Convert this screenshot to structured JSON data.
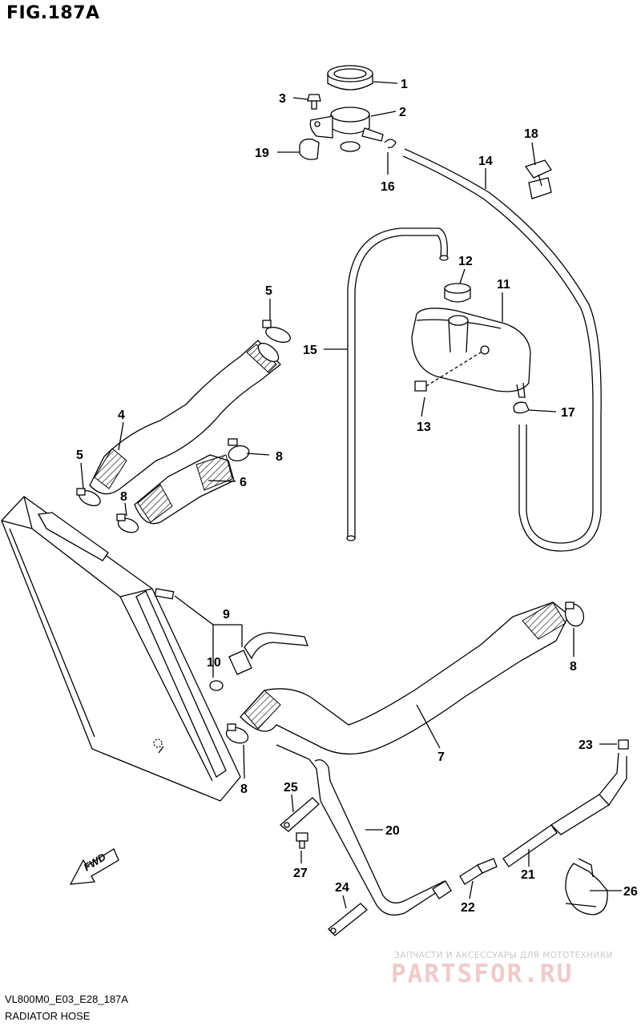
{
  "figure": {
    "title": "FIG.187A",
    "model_code": "VL800M0_E03_E28_187A",
    "name": "RADIATOR HOSE"
  },
  "watermark": {
    "line1": "ЗАПЧАСТИ И АКСЕССУАРЫ ДЛЯ МОТОТЕХНИКИ",
    "line2": "PARTSFOR.RU"
  },
  "direction_label": "FWD",
  "callouts": {
    "c1": "1",
    "c2": "2",
    "c3": "3",
    "c4": "4",
    "c5a": "5",
    "c5b": "5",
    "c6": "6",
    "c7": "7",
    "c8a": "8",
    "c8b": "8",
    "c8c": "8",
    "c8d": "8",
    "c9": "9",
    "c10": "10",
    "c11": "11",
    "c12": "12",
    "c13": "13",
    "c14": "14",
    "c15": "15",
    "c16": "16",
    "c17": "17",
    "c18": "18",
    "c19": "19",
    "c20": "20",
    "c21": "21",
    "c22": "22",
    "c23": "23",
    "c24": "24",
    "c25": "25",
    "c26": "26",
    "c27": "27"
  }
}
